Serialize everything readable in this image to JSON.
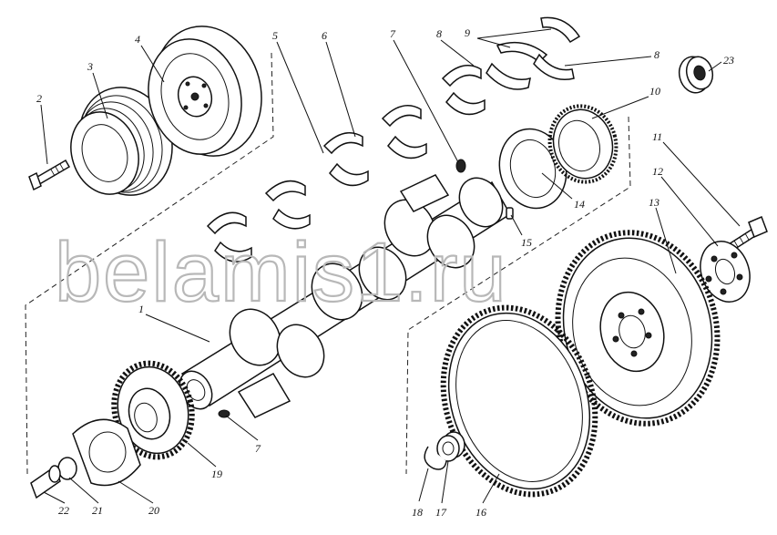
{
  "watermark": "belamis1.ru",
  "callouts": [
    {
      "id": "1",
      "text": "1"
    },
    {
      "id": "2",
      "text": "2"
    },
    {
      "id": "3",
      "text": "3"
    },
    {
      "id": "4",
      "text": "4"
    },
    {
      "id": "5",
      "text": "5"
    },
    {
      "id": "6",
      "text": "6"
    },
    {
      "id": "7a",
      "text": "7"
    },
    {
      "id": "7b",
      "text": "7"
    },
    {
      "id": "8a",
      "text": "8"
    },
    {
      "id": "8b",
      "text": "8"
    },
    {
      "id": "9",
      "text": "9"
    },
    {
      "id": "10",
      "text": "10"
    },
    {
      "id": "11",
      "text": "11"
    },
    {
      "id": "12",
      "text": "12"
    },
    {
      "id": "13",
      "text": "13"
    },
    {
      "id": "14",
      "text": "14"
    },
    {
      "id": "15",
      "text": "15"
    },
    {
      "id": "16",
      "text": "16"
    },
    {
      "id": "17",
      "text": "17"
    },
    {
      "id": "18",
      "text": "18"
    },
    {
      "id": "19",
      "text": "19"
    },
    {
      "id": "20",
      "text": "20"
    },
    {
      "id": "21",
      "text": "21"
    },
    {
      "id": "22",
      "text": "22"
    },
    {
      "id": "23",
      "text": "23"
    }
  ]
}
